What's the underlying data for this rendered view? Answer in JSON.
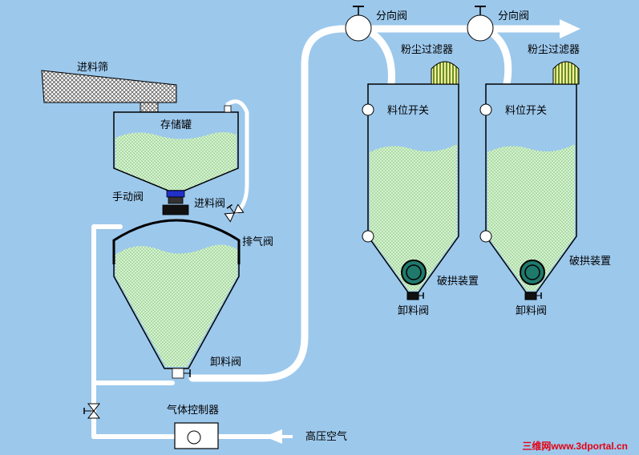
{
  "labels": {
    "feed_screen": "进料筛",
    "storage_tank": "存储罐",
    "manual_valve": "手动阀",
    "feed_valve": "进料阀",
    "vent_valve": "排气阀",
    "discharge_valve_main": "卸料阀",
    "gas_controller": "气体控制器",
    "high_pressure_air": "高压空气",
    "diverter_valve_1": "分向阀",
    "diverter_valve_2": "分向阀",
    "dust_filter_1": "粉尘过滤器",
    "dust_filter_2": "粉尘过滤器",
    "level_switch_1": "料位开关",
    "level_switch_2": "料位开关",
    "arch_breaker_1": "破拱装置",
    "arch_breaker_2": "破拱装置",
    "discharge_valve_1": "卸料阀",
    "discharge_valve_2": "卸料阀"
  },
  "watermark": "三维网www.3dportal.cn",
  "colors": {
    "background": "#9cc8ec",
    "pipe": "#ffffff",
    "material": "#c8ecc0",
    "vessel_outline": "#000000",
    "watermark": "#e60012"
  }
}
